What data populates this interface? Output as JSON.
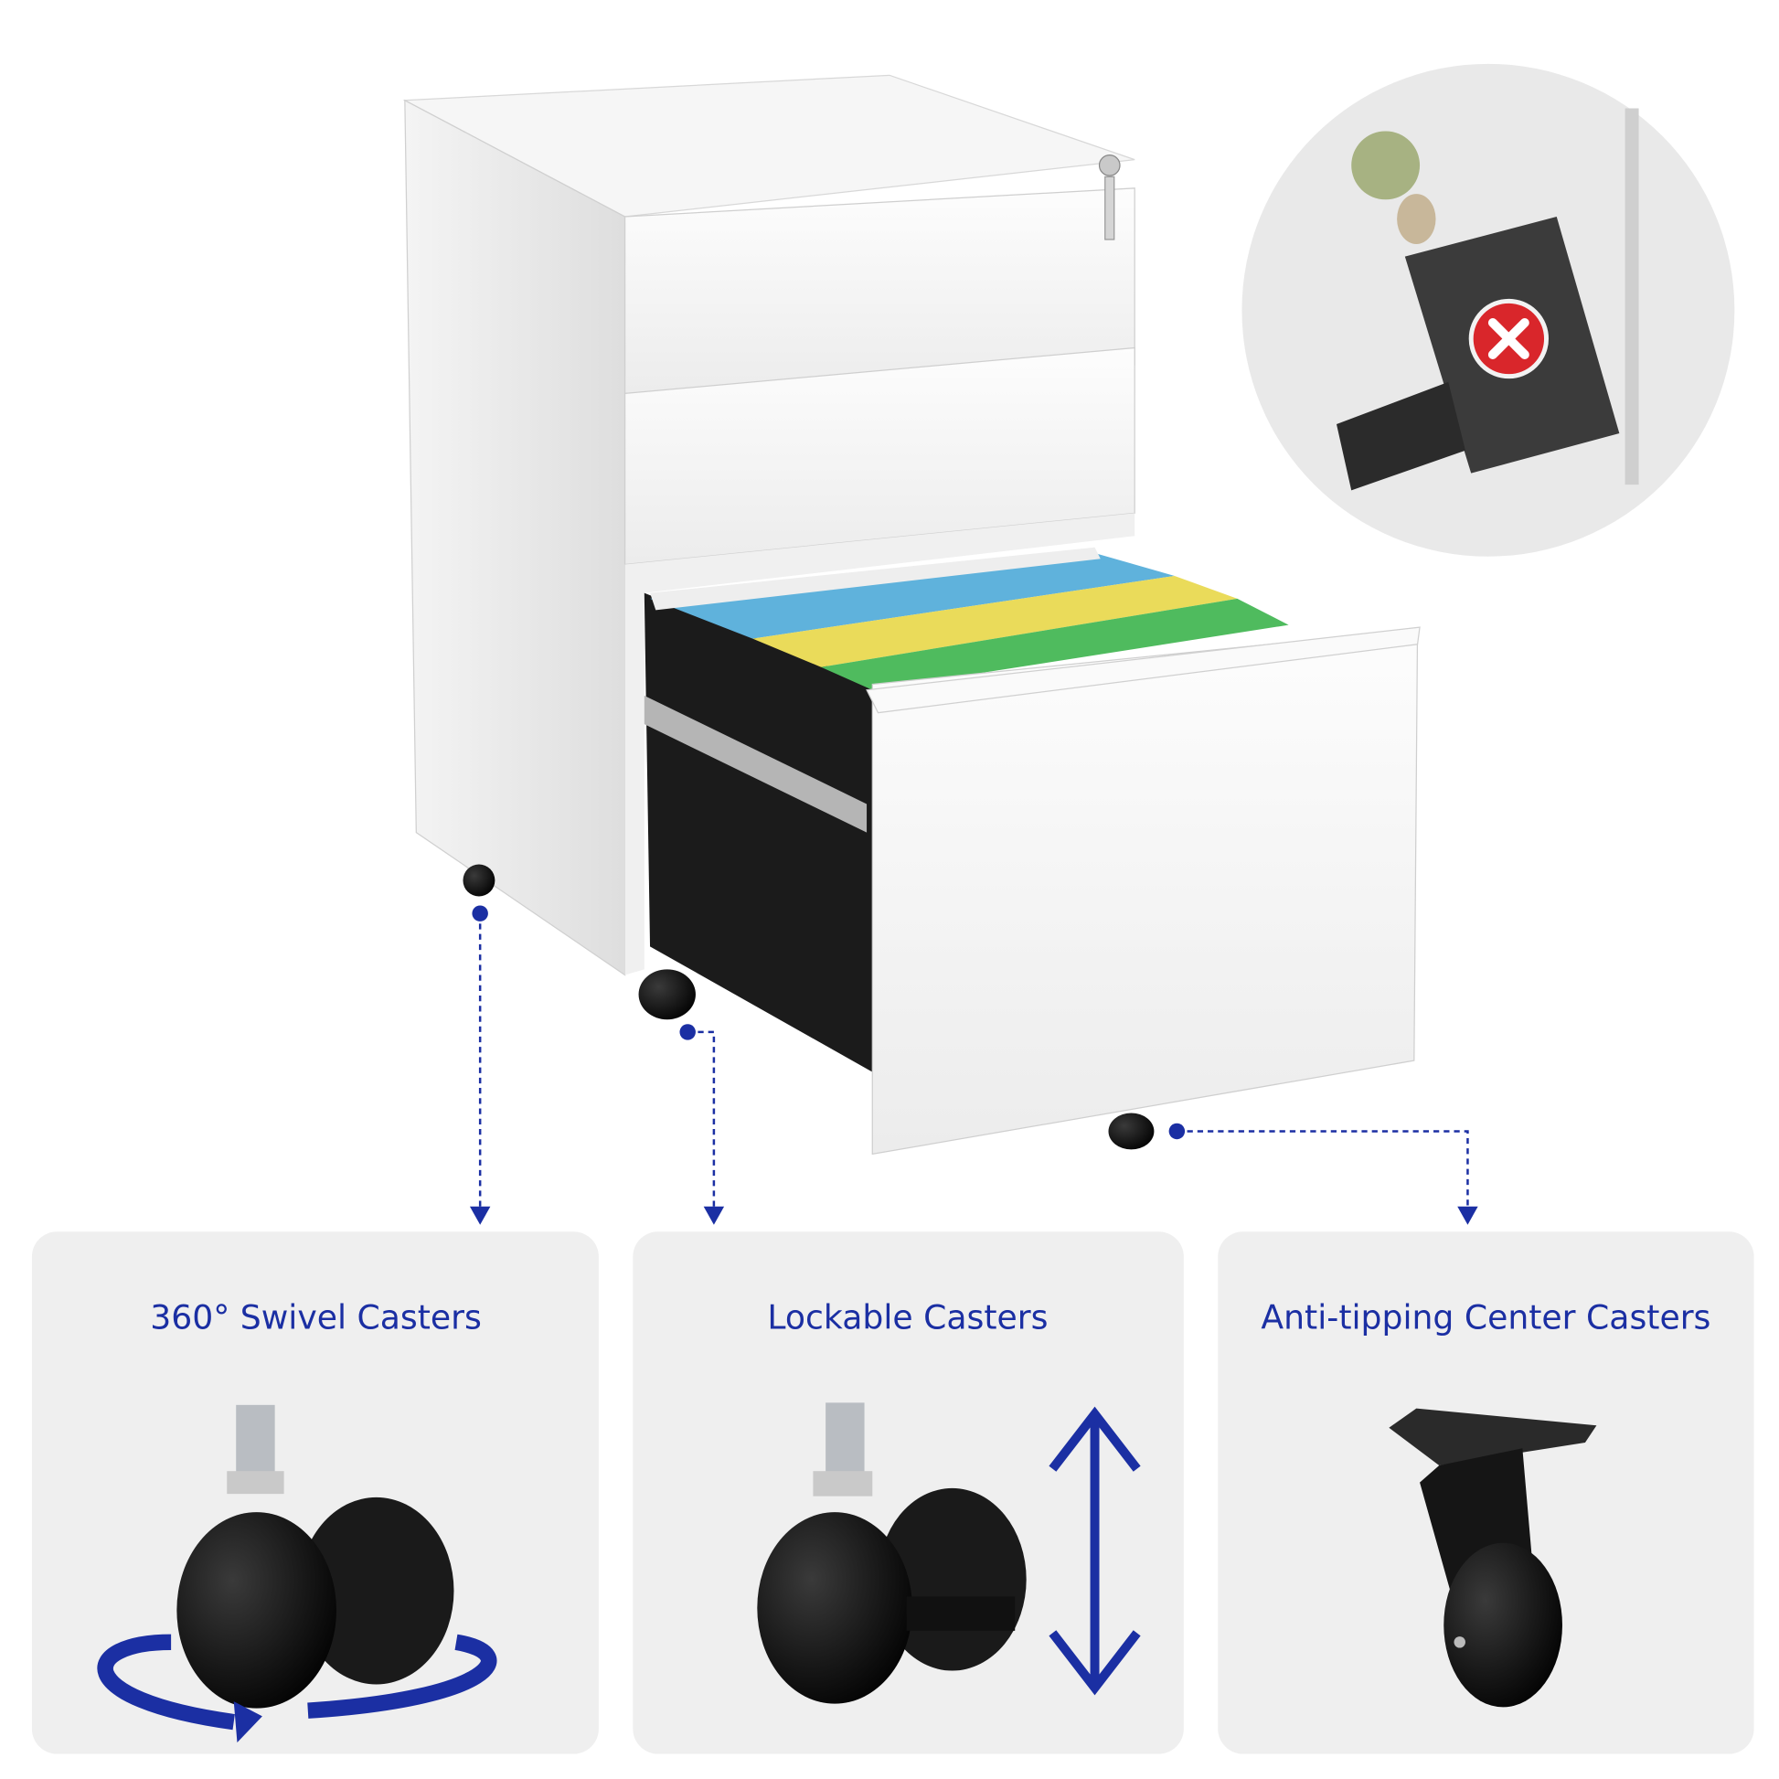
{
  "features": [
    {
      "title": "360° Swivel Casters",
      "icon": "swivel-caster-icon"
    },
    {
      "title": "Lockable Casters",
      "icon": "lockable-caster-icon"
    },
    {
      "title": "Anti-tipping Center Casters",
      "icon": "center-caster-icon"
    }
  ],
  "colors": {
    "accent": "#1b2fa3",
    "panel": "#efefef",
    "warning": "#d9262b"
  },
  "inset": {
    "icon": "no-tipping-icon"
  }
}
